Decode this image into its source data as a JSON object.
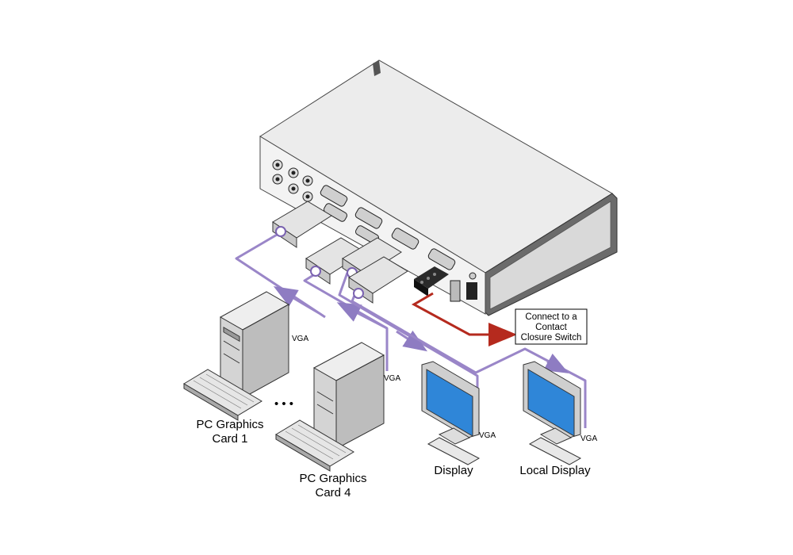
{
  "labels": {
    "pc1_line1": "PC Graphics",
    "pc1_line2": "Card 1",
    "pc4_line1": "PC Graphics",
    "pc4_line2": "Card 4",
    "ellipsis": "• • •",
    "display": "Display",
    "local_display": "Local Display",
    "cable_vga_1": "VGA",
    "cable_vga_2": "VGA",
    "cable_vga_3": "VGA",
    "cable_vga_4": "VGA",
    "callout_line1": "Connect to a",
    "callout_line2": "Contact",
    "callout_line3": "Closure Switch"
  },
  "colors": {
    "cable": "#9a86c8",
    "contact_wire": "#b52a1e",
    "device_body": "#e6e6e6",
    "device_shadow": "#8a8a8a",
    "screen": "#2f86d8"
  },
  "icons": [
    "switcher-unit",
    "tower-computer",
    "keyboard",
    "crt-monitor",
    "vga-connector",
    "contact-terminal"
  ]
}
